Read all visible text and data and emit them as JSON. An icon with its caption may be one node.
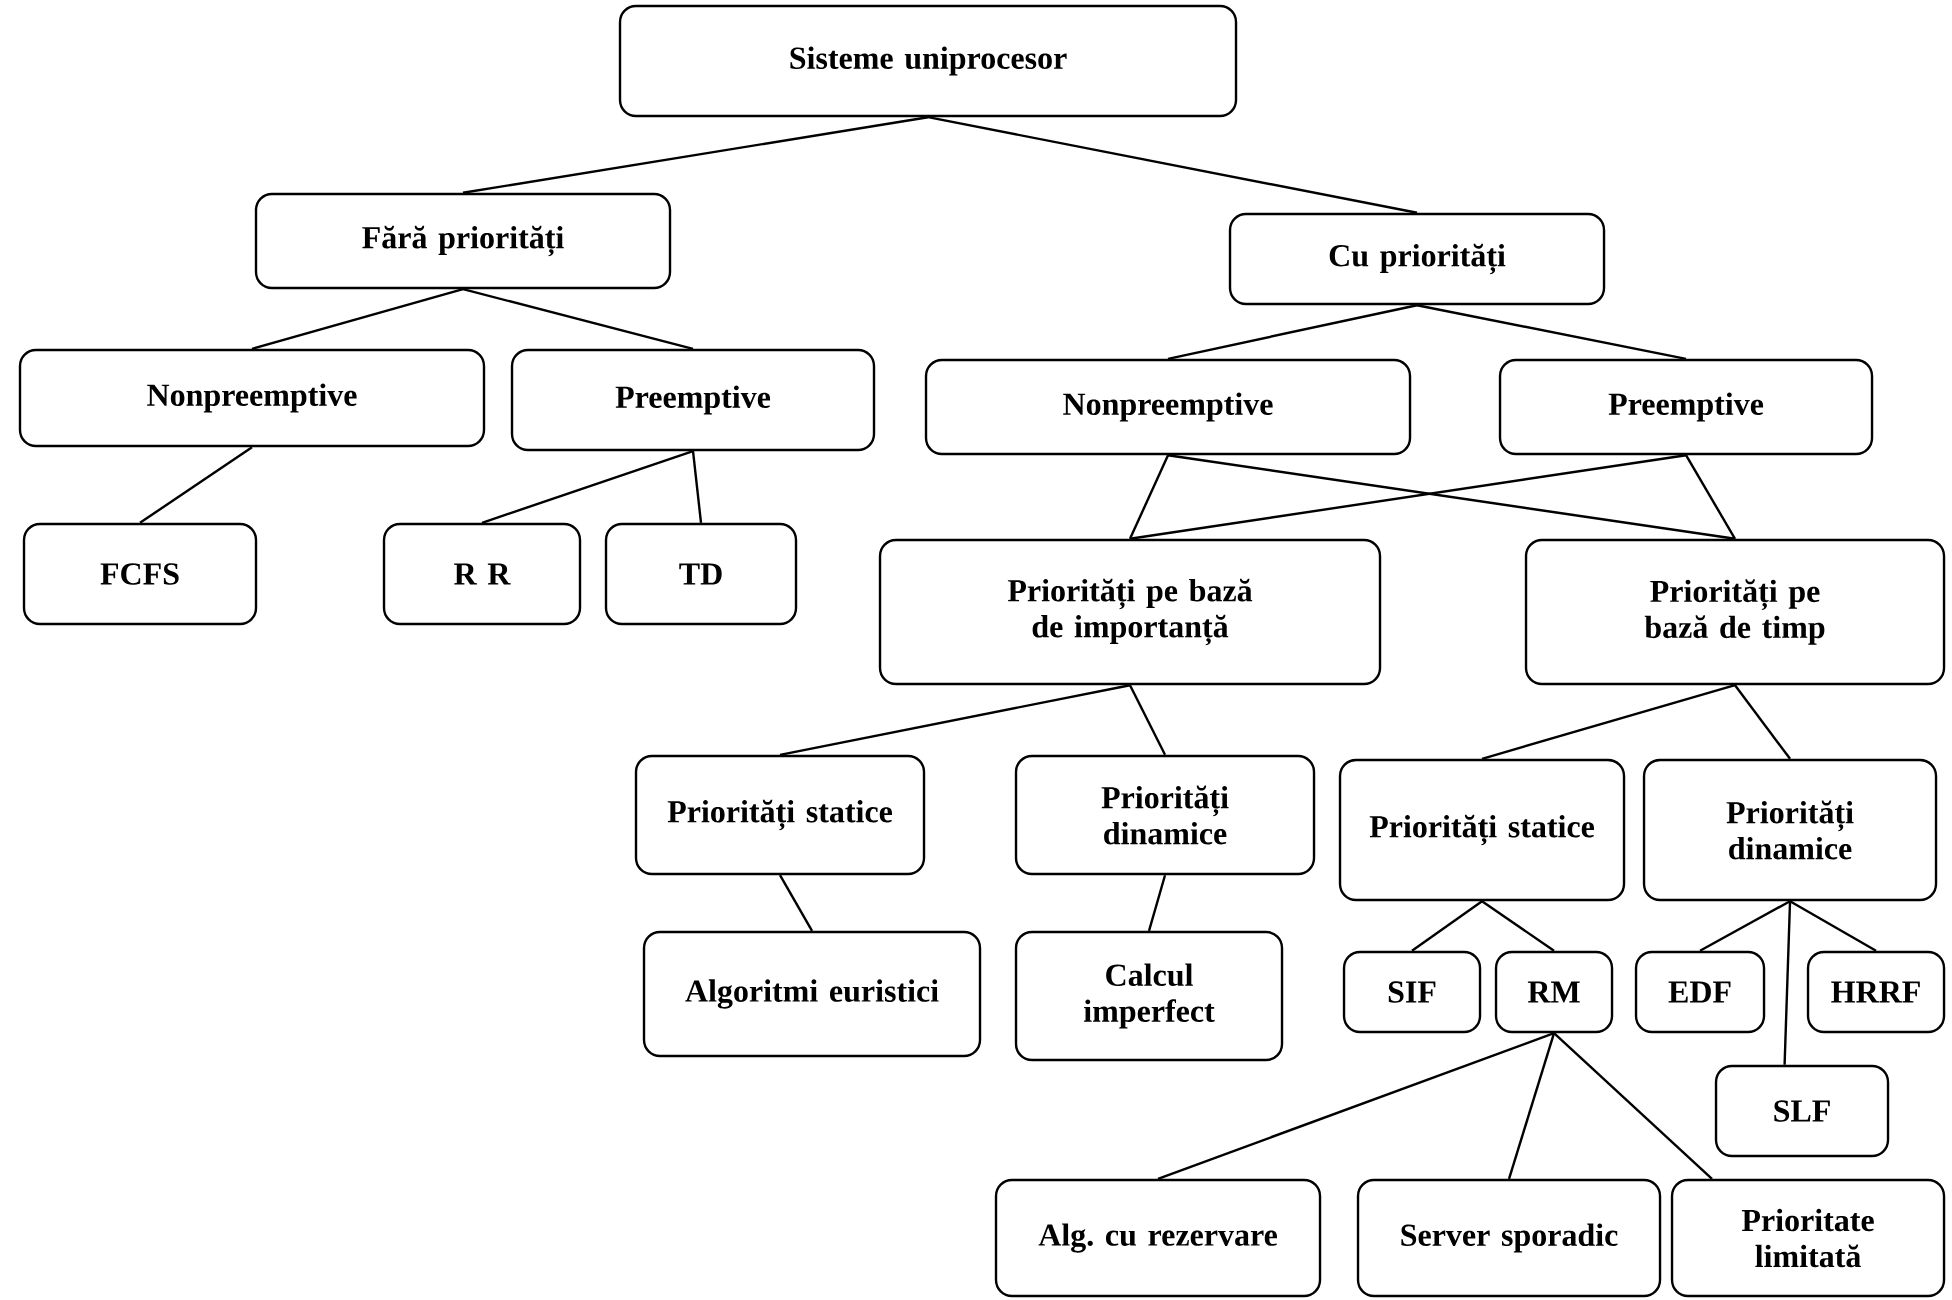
{
  "diagram": {
    "nodes": [
      {
        "text": [
          "Sisteme uniprocesor"
        ]
      },
      {
        "text": [
          "Fără priorități"
        ]
      },
      {
        "text": [
          "Cu priorități"
        ]
      },
      {
        "text": [
          "Nonpreemptive"
        ]
      },
      {
        "text": [
          "Preemptive"
        ]
      },
      {
        "text": [
          "Nonpreemptive"
        ]
      },
      {
        "text": [
          "Preemptive"
        ]
      },
      {
        "text": [
          "FCFS"
        ]
      },
      {
        "text": [
          "R R"
        ]
      },
      {
        "text": [
          "TD"
        ]
      },
      {
        "text": [
          "Priorități pe bază de importanță"
        ]
      },
      {
        "text": [
          "Priorități pe bază de timp"
        ]
      },
      {
        "text": [
          "Priorități statice"
        ]
      },
      {
        "text": [
          "Priorități dinamice"
        ]
      },
      {
        "text": [
          "Priorități statice"
        ]
      },
      {
        "text": [
          "Priorități dinamice"
        ]
      },
      {
        "text": [
          "Algoritmi euristici"
        ]
      },
      {
        "text": [
          "Calcul imperfect"
        ]
      },
      {
        "text": [
          "SIF"
        ]
      },
      {
        "text": [
          "RM"
        ]
      },
      {
        "text": [
          "EDF"
        ]
      },
      {
        "text": [
          "HRRF"
        ]
      },
      {
        "text": [
          "SLF"
        ]
      },
      {
        "text": [
          "Alg. cu rezervare"
        ]
      },
      {
        "text": [
          "Server sporadic"
        ]
      },
      {
        "text": [
          "Prioritate limitată"
        ]
      }
    ],
    "edges": [
      {
        "from": 0,
        "to": 1,
        "arrow": "none"
      },
      {
        "from": 0,
        "to": 2,
        "arrow": "none"
      },
      {
        "from": 1,
        "to": 3,
        "arrow": "none"
      },
      {
        "from": 1,
        "to": 4,
        "arrow": "none"
      },
      {
        "from": 3,
        "to": 7,
        "arrow": "none"
      },
      {
        "from": 4,
        "to": 8,
        "arrow": "none"
      },
      {
        "from": 4,
        "to": 9,
        "arrow": "none"
      },
      {
        "from": 2,
        "to": 5,
        "arrow": "none"
      },
      {
        "from": 2,
        "to": 6,
        "arrow": "none"
      },
      {
        "from": 5,
        "to": 10,
        "arrow": "none"
      },
      {
        "from": 5,
        "to": 11,
        "arrow": "none"
      },
      {
        "from": 6,
        "to": 10,
        "arrow": "none"
      },
      {
        "from": 6,
        "to": 11,
        "arrow": "none"
      },
      {
        "from": 10,
        "to": 12,
        "arrow": "none"
      },
      {
        "from": 10,
        "to": 13,
        "arrow": "none"
      },
      {
        "from": 11,
        "to": 14,
        "arrow": "none"
      },
      {
        "from": 11,
        "to": 15,
        "arrow": "none"
      },
      {
        "from": 12,
        "to": 16,
        "arrow": "none"
      },
      {
        "from": 13,
        "to": 17,
        "arrow": "none"
      },
      {
        "from": 14,
        "to": 18,
        "arrow": "none"
      },
      {
        "from": 14,
        "to": 19,
        "arrow": "none"
      },
      {
        "from": 15,
        "to": 20,
        "arrow": "none"
      },
      {
        "from": 15,
        "to": 21,
        "arrow": "none"
      },
      {
        "from": 15,
        "to": 22,
        "arrow": "none"
      },
      {
        "from": 19,
        "to": 23,
        "arrow": "none"
      },
      {
        "from": 19,
        "to": 24,
        "arrow": "none"
      },
      {
        "from": 19,
        "to": 25,
        "arrow": "none"
      }
    ]
  }
}
